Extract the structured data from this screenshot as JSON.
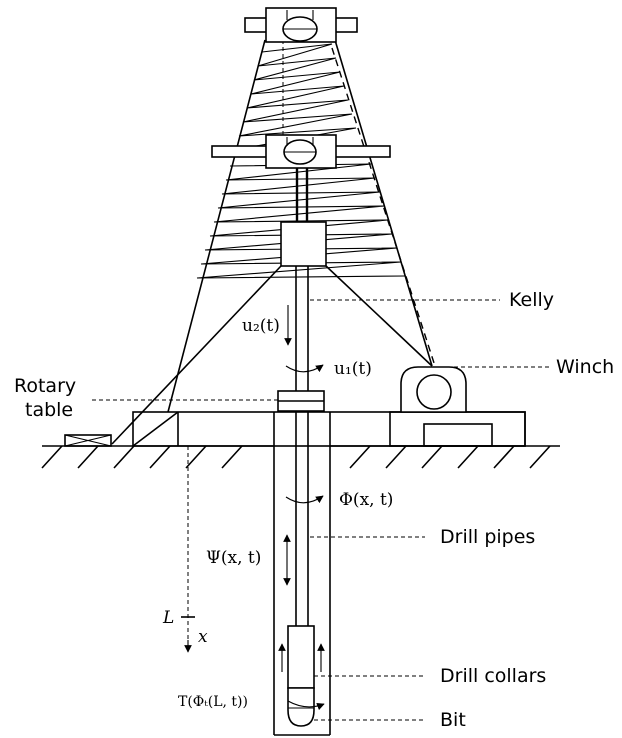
{
  "labels": {
    "kelly": "Kelly",
    "winch": "Winch",
    "rotary_line1": "Rotary",
    "rotary_line2": "table",
    "drill_pipes": "Drill pipes",
    "drill_collars": "Drill collars",
    "bit": "Bit"
  },
  "math": {
    "u2": "u₂(t)",
    "u1": "u₁(t)",
    "phi": "Φ(x, t)",
    "psi": "Ψ(x, t)",
    "L": "L",
    "x": "x",
    "torque": "T(Φₜ(L, t))"
  }
}
